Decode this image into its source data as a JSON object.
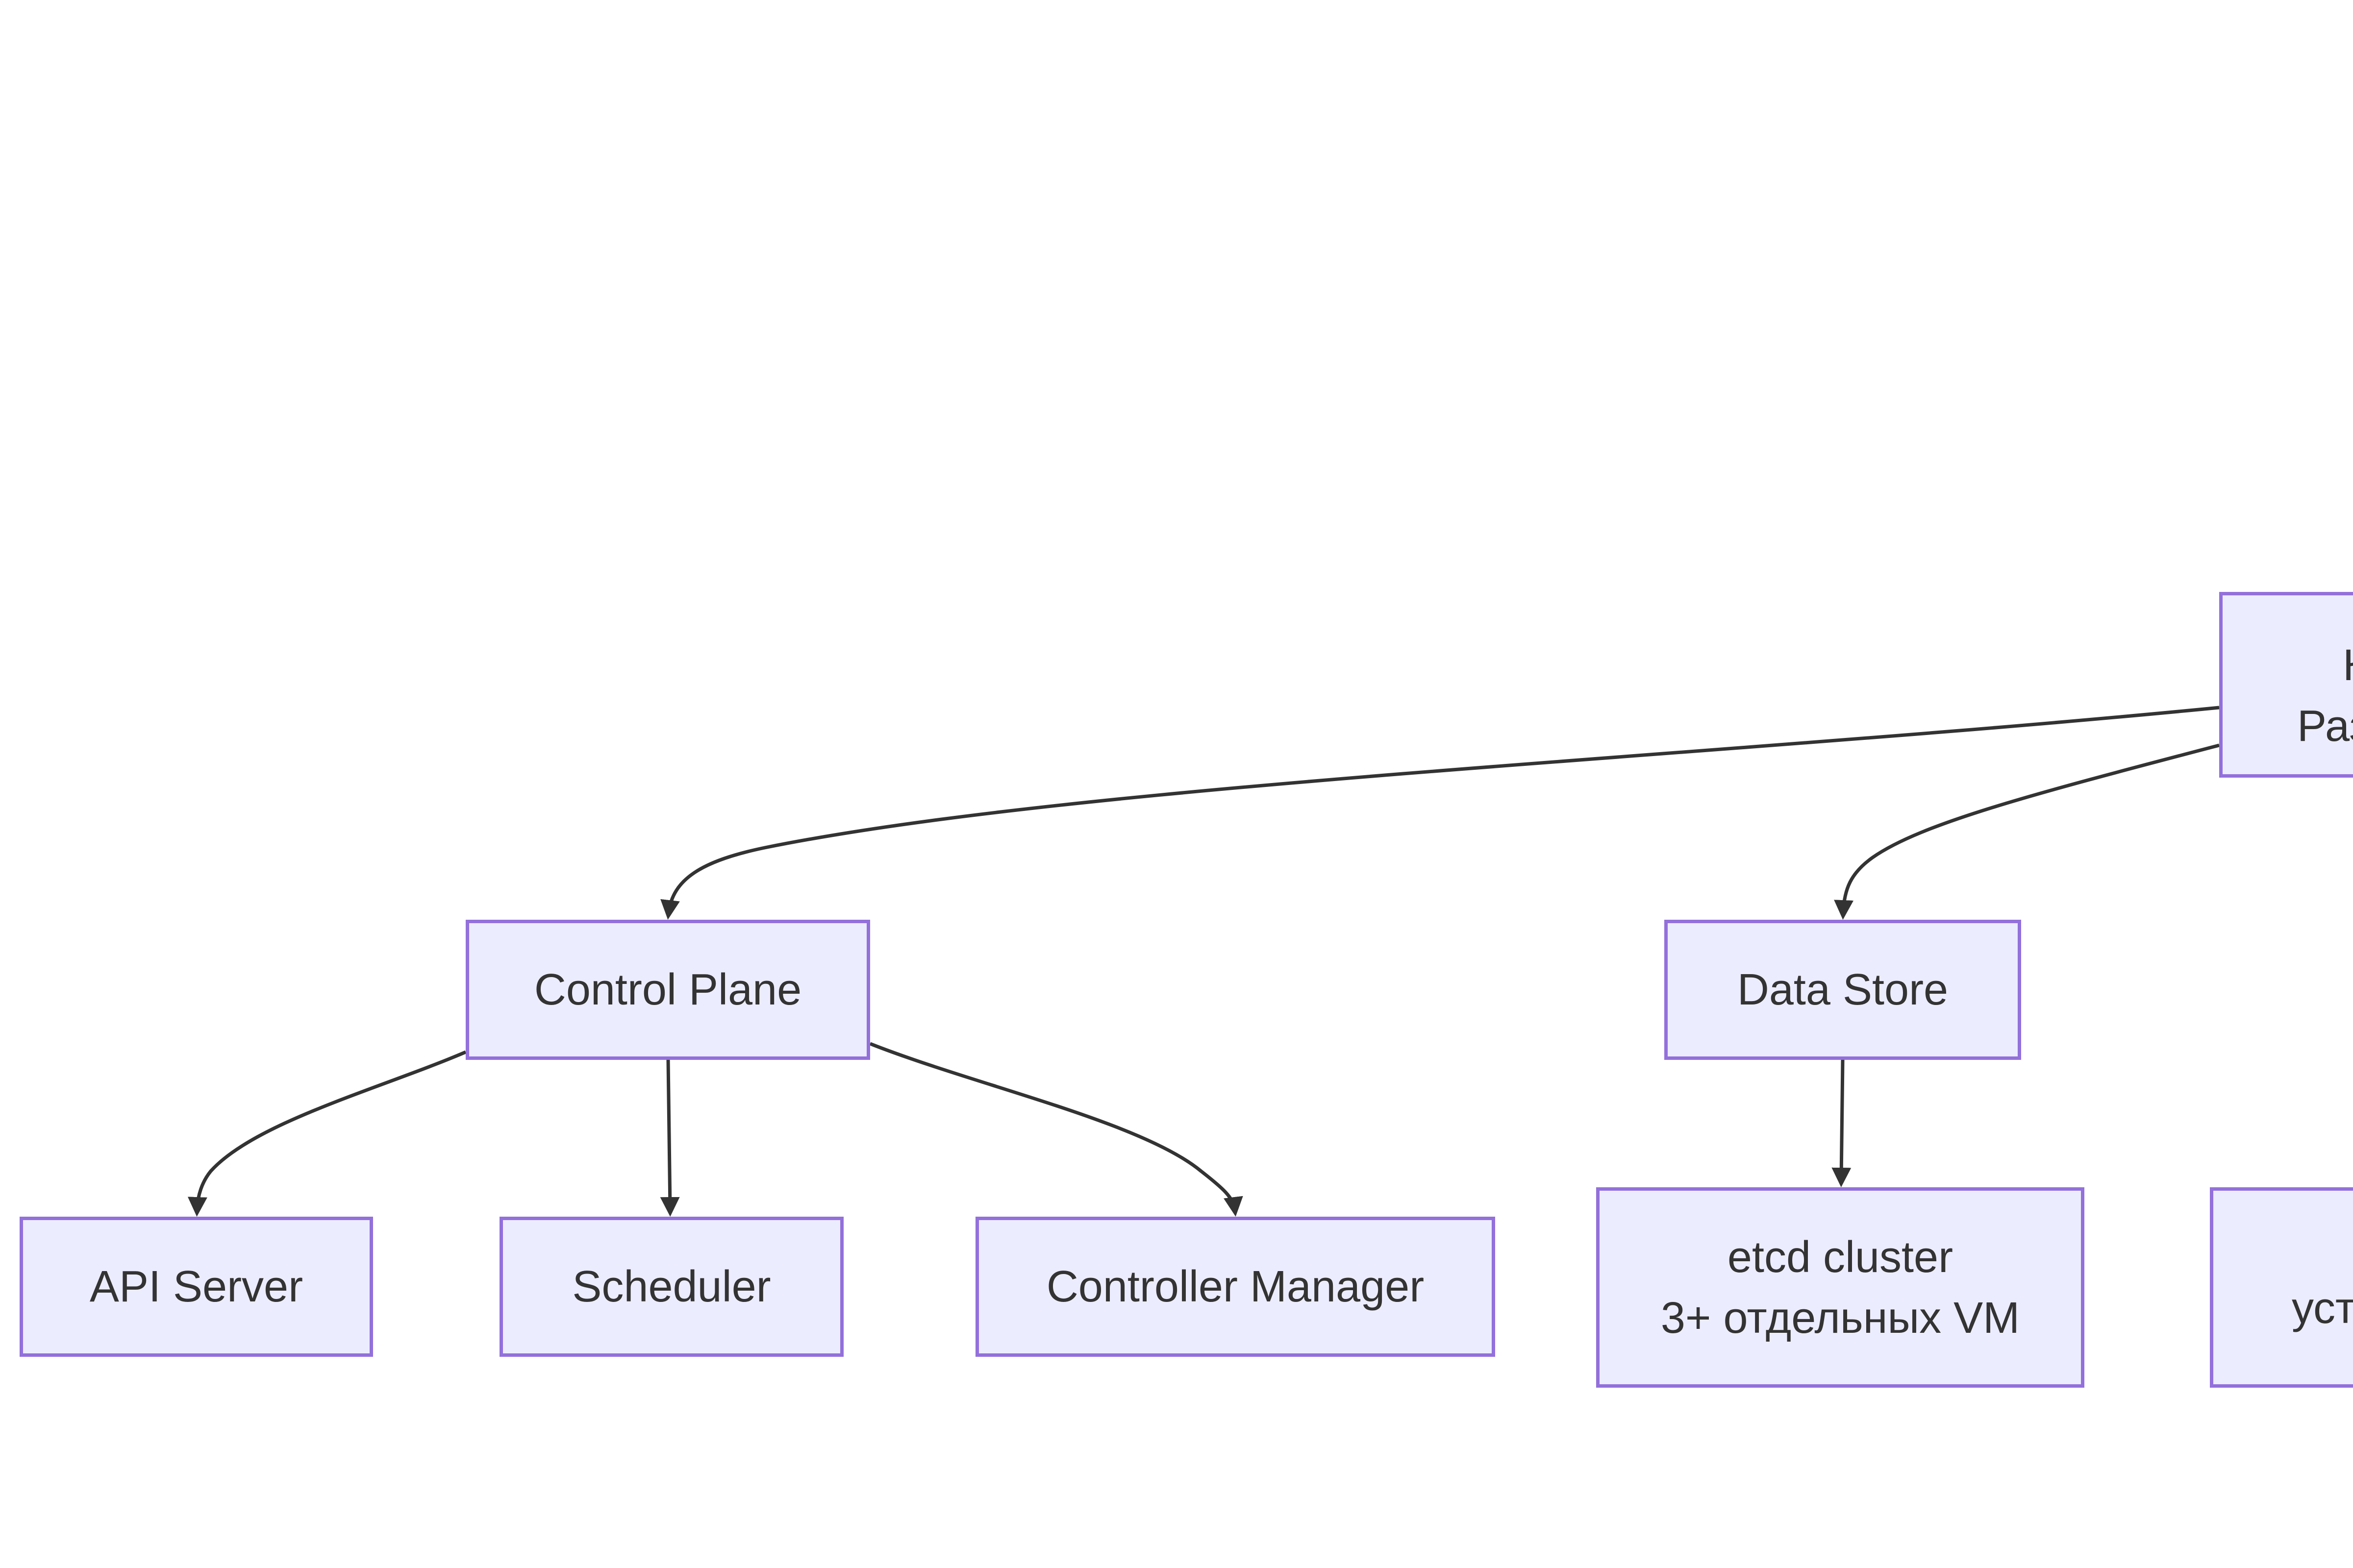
{
  "diagram": {
    "type": "flowchart",
    "colors": {
      "background": "#ffffff",
      "node_fill": "#ECECFF",
      "node_border": "#9370DB",
      "edge_color": "#333333",
      "text_color": "#333333"
    },
    "nodes": {
      "root_clipped": {
        "line1": "К",
        "line2": "Раз"
      },
      "control_plane": {
        "label": "Control Plane"
      },
      "data_store": {
        "label": "Data Store"
      },
      "api_server": {
        "label": "API Server"
      },
      "scheduler": {
        "label": "Scheduler"
      },
      "controller_manager": {
        "label": "Controller Manager"
      },
      "etcd": {
        "line1": "etcd cluster",
        "line2": "3+ отдельных VM"
      },
      "right_clipped": {
        "line2": "уста"
      }
    },
    "edges": [
      {
        "from": "root_clipped",
        "to": "control_plane"
      },
      {
        "from": "root_clipped",
        "to": "data_store"
      },
      {
        "from": "control_plane",
        "to": "api_server"
      },
      {
        "from": "control_plane",
        "to": "scheduler"
      },
      {
        "from": "control_plane",
        "to": "controller_manager"
      },
      {
        "from": "data_store",
        "to": "etcd"
      }
    ]
  }
}
